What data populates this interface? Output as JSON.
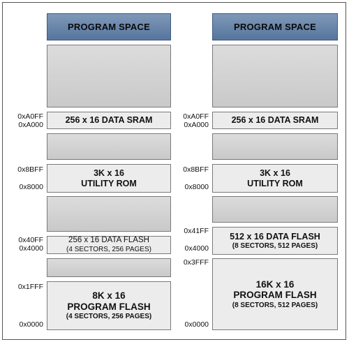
{
  "left": {
    "header": "PROGRAM SPACE",
    "data_sram": "256 x 16 DATA SRAM",
    "utility_rom": {
      "line1": "3K x 16",
      "line2": "UTILITY ROM"
    },
    "data_flash": {
      "line1": "256 x 16 DATA FLASH",
      "line2": "(4 SECTORS, 256 PAGES)"
    },
    "program_flash": {
      "line1": "8K x 16",
      "line2": "PROGRAM FLASH",
      "line3": "(4 SECTORS, 256 PAGES)"
    },
    "addresses": {
      "sram_top": "0xA0FF",
      "sram_bottom": "0xA000",
      "rom_top": "0x8BFF",
      "rom_bottom": "0x8000",
      "dflash_top": "0x40FF",
      "dflash_bottom": "0x4000",
      "pflash_top": "0x1FFF",
      "pflash_bottom": "0x0000"
    }
  },
  "right": {
    "header": "PROGRAM SPACE",
    "data_sram": "256 x 16 DATA SRAM",
    "utility_rom": {
      "line1": "3K x 16",
      "line2": "UTILITY ROM"
    },
    "data_flash": {
      "line1": "512 x 16 DATA FLASH",
      "line2": "(8 SECTORS, 512 PAGES)"
    },
    "program_flash": {
      "line1": "16K x 16",
      "line2": "PROGRAM FLASH",
      "line3": "(8 SECTORS, 512 PAGES)"
    },
    "addresses": {
      "sram_top": "0xA0FF",
      "sram_bottom": "0xA000",
      "rom_top": "0x8BFF",
      "rom_bottom": "0x8000",
      "dflash_top": "0x41FF",
      "dflash_bottom": "0x4000",
      "pflash_top": "0x3FFF",
      "pflash_bottom": "0x0000"
    }
  }
}
